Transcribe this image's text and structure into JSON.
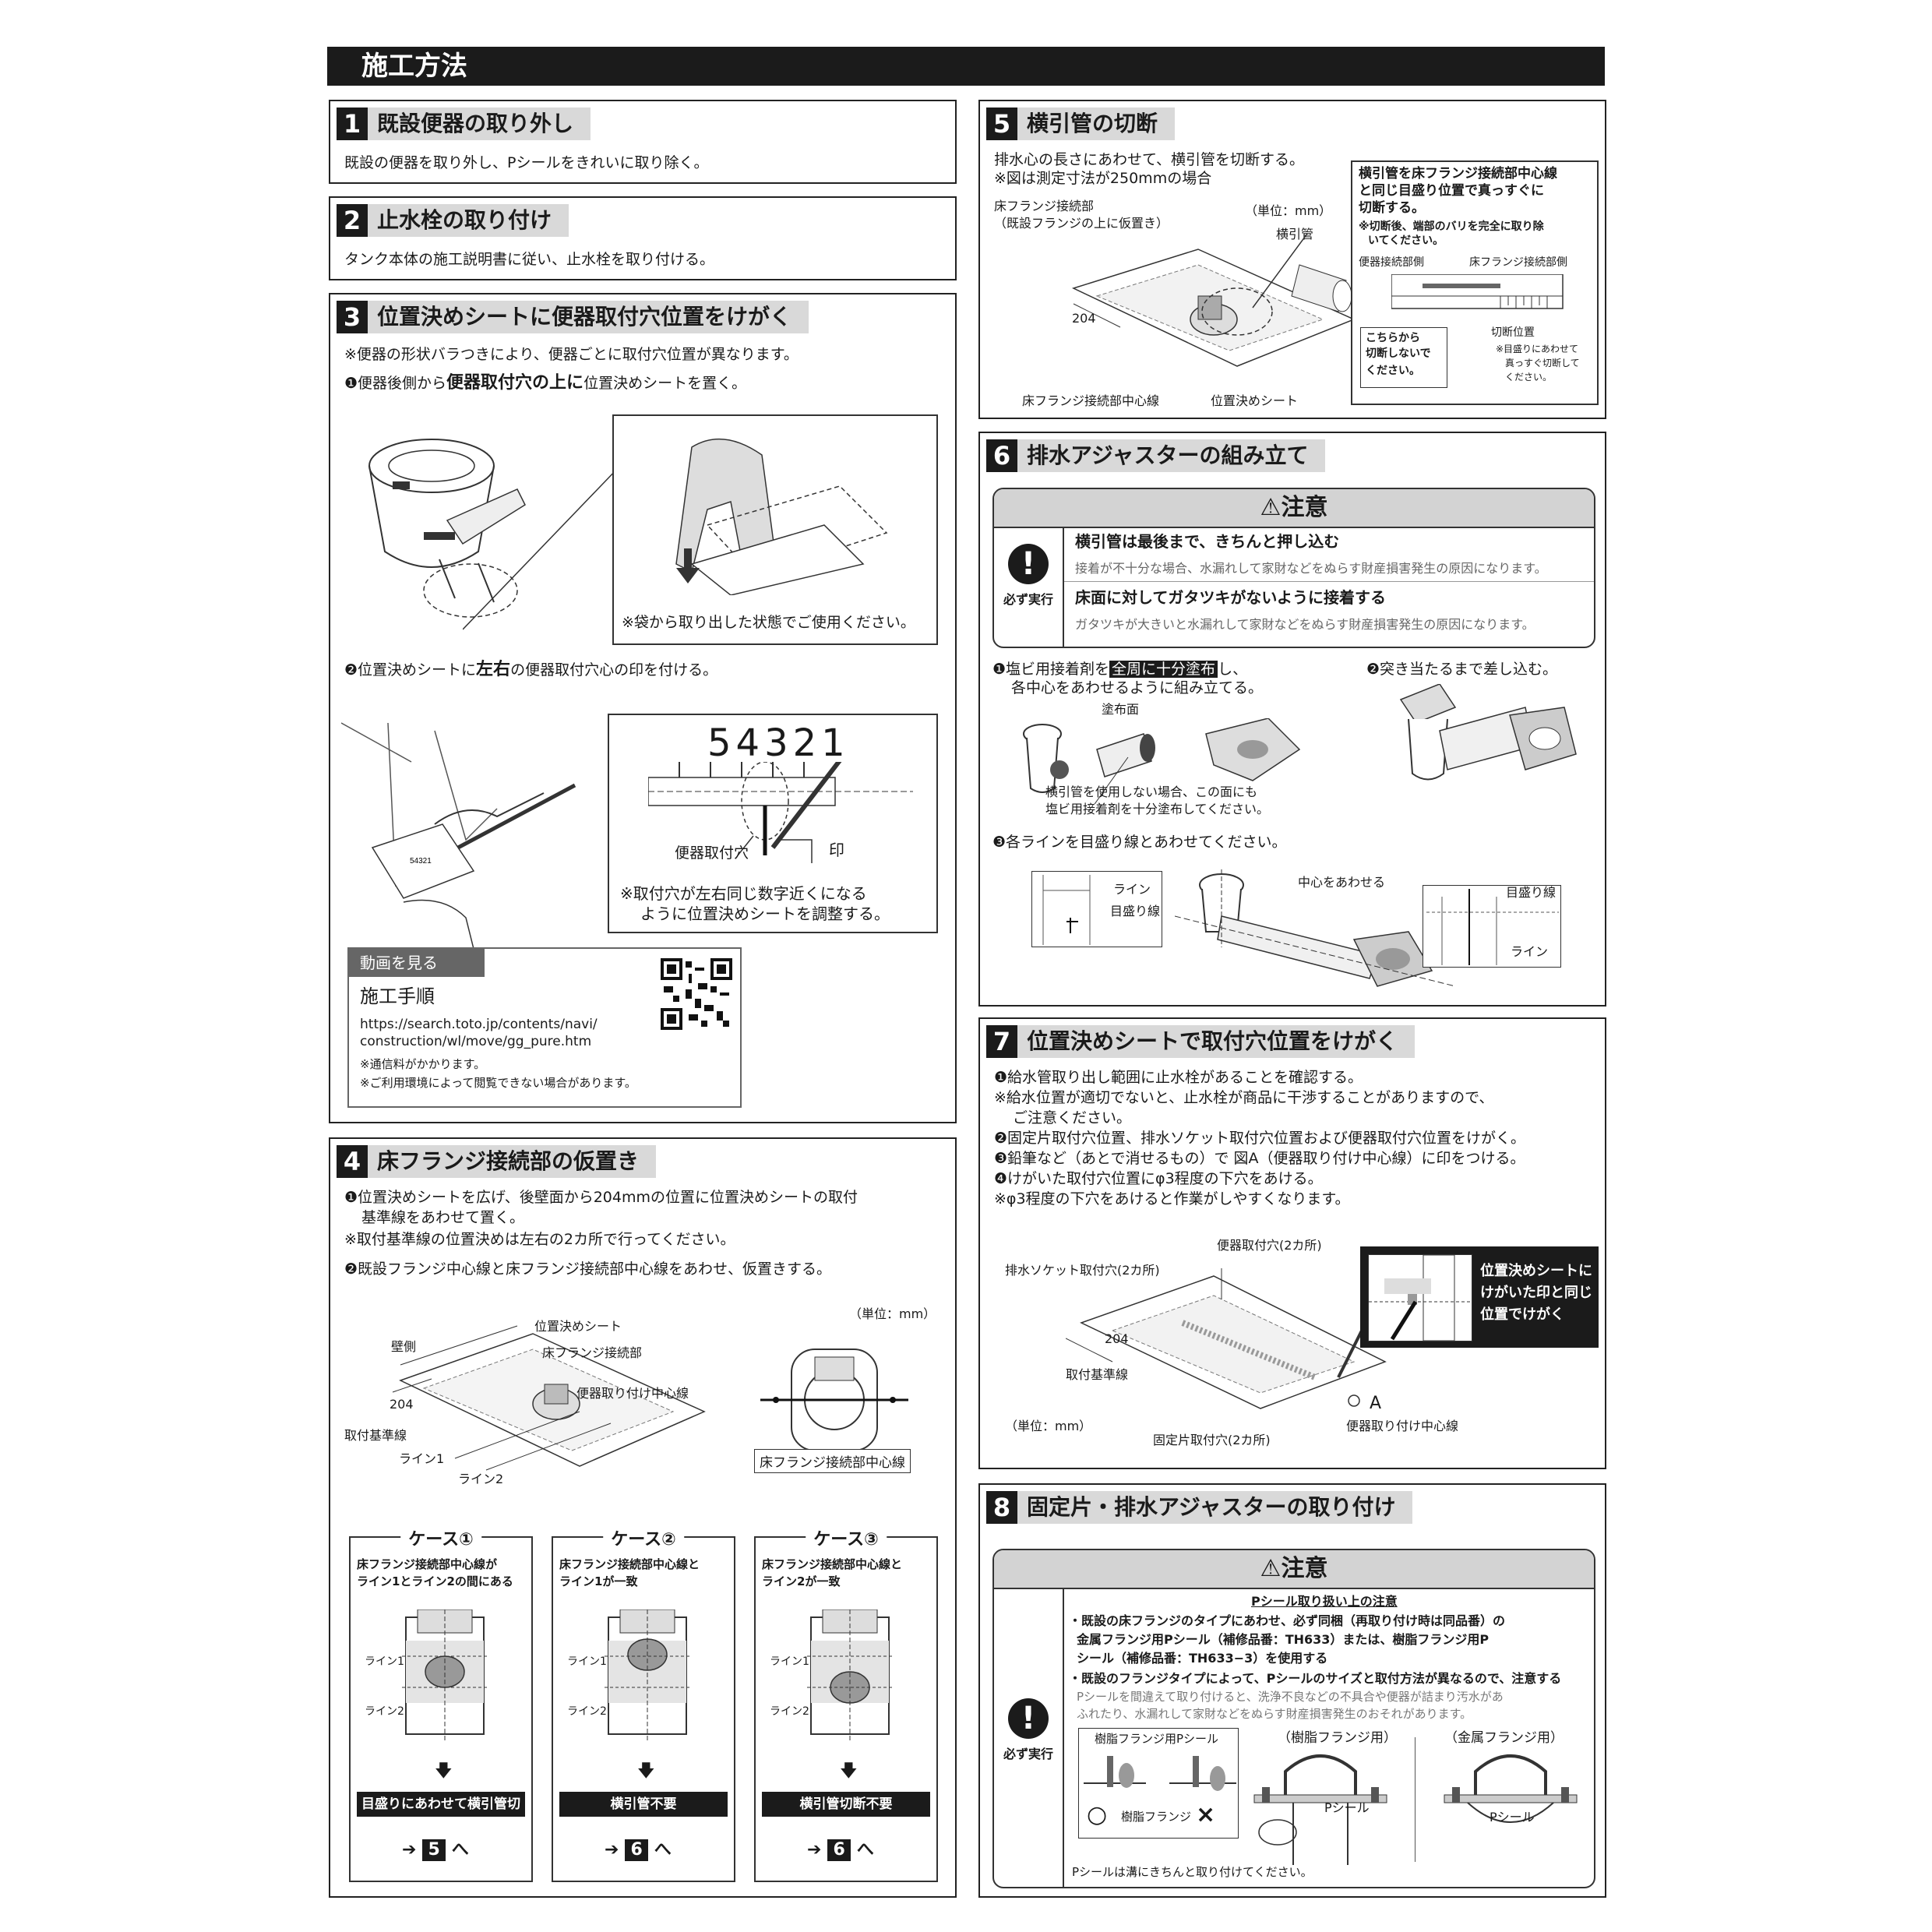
{
  "page_title": "施工方法",
  "s1": {
    "num": "1",
    "title": "既設便器の取り外し",
    "text": "既設の便器を取り外し、Pシールをきれいに取り除く。"
  },
  "s2": {
    "num": "2",
    "title": "止水栓の取り付け",
    "text": "タンク本体の施工説明書に従い、止水栓を取り付ける。"
  },
  "s3": {
    "num": "3",
    "title": "位置決めシートに便器取付穴位置をけがく",
    "note": "※便器の形状バラつきにより、便器ごとに取付穴位置が異なります。",
    "step1_a": "❶便器後側から",
    "step1_b": "便器取付穴の上に",
    "step1_c": "位置決めシートを置く。",
    "bag_note": "※袋から取り出した状態でご使用ください。",
    "step2_a": "❷位置決めシートに",
    "step2_b": "左右",
    "step2_c": "の便器取付穴心の印を付ける。",
    "scale_numbers": "54321",
    "hole_label": "便器取付穴",
    "mark_label": "印",
    "adjust_note_1": "※取付穴が左右同じ数字近くになる",
    "adjust_note_2": "ように位置決めシートを調整する。",
    "video_header": "動画を見る",
    "video_title": "施工手順",
    "video_url_1": "https://search.toto.jp/contents/navi/",
    "video_url_2": "construction/wl/move/gg_pure.htm",
    "video_note_1": "※通信料がかかります。",
    "video_note_2": "※ご利用環境によって閲覧できない場合があります。"
  },
  "s4": {
    "num": "4",
    "title": "床フランジ接続部の仮置き",
    "step1_1": "❶位置決めシートを広げ、後壁面から204mmの位置に位置決めシートの取付",
    "step1_2": "基準線をあわせて置く。",
    "note": "※取付基準線の位置決めは左右の2カ所で行ってください。",
    "step2": "❷既設フランジ中心線と床フランジ接続部中心線をあわせ、仮置きする。",
    "unit": "（単位：mm）",
    "labels": {
      "wall": "壁側",
      "sheet": "位置決めシート",
      "flange": "床フランジ接続部",
      "center": "便器取り付け中心線",
      "dim": "204",
      "base": "取付基準線",
      "line1": "ライン1",
      "line2": "ライン2",
      "flange_center": "床フランジ接続部中心線"
    },
    "cases": [
      {
        "title": "ケース①",
        "desc_1": "床フランジ接続部中心線が",
        "desc_2": "ライン1とライン2の間にある",
        "line1": "ライン1",
        "line2": "ライン2",
        "result": "目盛りにあわせて横引管切断",
        "goto": "5",
        "goto_suffix": "へ"
      },
      {
        "title": "ケース②",
        "desc_1": "床フランジ接続部中心線と",
        "desc_2": "ライン1が一致",
        "line1": "ライン1",
        "line2": "ライン2",
        "result": "横引管不要",
        "goto": "6",
        "goto_suffix": "へ"
      },
      {
        "title": "ケース③",
        "desc_1": "床フランジ接続部中心線と",
        "desc_2": "ライン2が一致",
        "line1": "ライン1",
        "line2": "ライン2",
        "result": "横引管切断不要",
        "goto": "6",
        "goto_suffix": "へ"
      }
    ]
  },
  "s5": {
    "num": "5",
    "title": "横引管の切断",
    "text_1": "排水心の長さにあわせて、横引管を切断する。",
    "text_2": "※図は測定寸法が250mmの場合",
    "labels": {
      "flange_1": "床フランジ接続部",
      "flange_2": "（既設フランジの上に仮置き）",
      "unit": "（単位：mm）",
      "pipe": "横引管",
      "dim": "204",
      "flange_center": "床フランジ接続部中心線",
      "sheet": "位置決めシート"
    },
    "box_1": "横引管を床フランジ接続部中心線",
    "box_2": "と同じ目盛り位置で真っすぐに",
    "box_3": "切断する。",
    "box_note_1": "※切断後、端部のバリを完全に取り除",
    "box_note_2": "いてください。",
    "side_toilet": "便器接続部側",
    "side_flange": "床フランジ接続部側",
    "no_cut_1": "こちらから",
    "no_cut_2": "切断しないで",
    "no_cut_3": "ください。",
    "cut_pos": "切断位置",
    "cut_note_1": "※目盛りにあわせて",
    "cut_note_2": "真っすぐ切断して",
    "cut_note_3": "ください。"
  },
  "s6": {
    "num": "6",
    "title": "排水アジャスターの組み立て",
    "caution_title": "注意",
    "must_label": "必ず実行",
    "c1_title": "横引管は最後まで、きちんと押し込む",
    "c1_text": "接着が不十分な場合、水漏れして家財などをぬらす財産損害発生の原因になります。",
    "c2_title": "床面に対してガタツキがないように接着する",
    "c2_text": "ガタツキが大きいと水漏れして家財などをぬらす財産損害発生の原因になります。",
    "step1_a": "❶塩ビ用接着剤を",
    "step1_b": "全周に十分塗布",
    "step1_c": "し、",
    "step1_d": "各中心をあわせるように組み立てる。",
    "apply_face": "塗布面",
    "nopipe_1": "横引管を使用しない場合、この面にも",
    "nopipe_2": "塩ビ用接着剤を十分塗布してください。",
    "step2": "❷突き当たるまで差し込む。",
    "step3": "❸各ラインを目盛り線とあわせてください。",
    "line": "ライン",
    "scale_line": "目盛り線",
    "align_center": "中心をあわせる"
  },
  "s7": {
    "num": "7",
    "title": "位置決めシートで取付穴位置をけがく",
    "l1": "❶給水管取り出し範囲に止水栓があることを確認する。",
    "l2": "※給水位置が適切でないと、止水栓が商品に干渉することがありますので、",
    "l3": "ご注意ください。",
    "l4": "❷固定片取付穴位置、排水ソケット取付穴位置および便器取付穴位置をけがく。",
    "l5": "❸鉛筆など（あとで消せるもの）で 図A（便器取り付け中心線）に印をつける。",
    "l6": "❹けがいた取付穴位置にφ3程度の下穴をあける。",
    "l7": "※φ3程度の下穴をあけると作業がしやすくなります。",
    "labels": {
      "toilet_hole": "便器取付穴(2カ所)",
      "socket_hole": "排水ソケット取付穴(2カ所)",
      "dim": "204",
      "base": "取付基準線",
      "unit": "（単位：mm）",
      "fix_hole": "固定片取付穴(2カ所)",
      "a": "A",
      "center": "便器取り付け中心線"
    },
    "callout_1": "位置決めシートに",
    "callout_2": "けがいた印と同じ",
    "callout_3": "位置でけがく"
  },
  "s8": {
    "num": "8",
    "title": "固定片・排水アジャスターの取り付け",
    "caution_title": "注意",
    "must_label": "必ず実行",
    "p_title": "Pシール取り扱い上の注意",
    "b1_1": "・既設の床フランジのタイプにあわせ、必ず同梱（再取り付け時は同品番）の",
    "b1_2": "金属フランジ用Pシール（補修品番：TH633）または、樹脂フランジ用P",
    "b1_3": "シール（補修品番：TH633−3）を使用する",
    "b2": "・既設のフランジタイプによって、Pシールのサイズと取付方法が異なるので、注意する",
    "b2_note_1": "Pシールを間違えて取り付けると、洗浄不良などの不具合や便器が詰まり汚水があ",
    "b2_note_2": "ふれたり、水漏れして家財などをぬらす財産損害発生のおそれがあります。",
    "resin_pseal": "樹脂フランジ用Pシール",
    "resin_flange": "樹脂フランジ",
    "ok": "○",
    "ng": "×",
    "resin_type": "（樹脂フランジ用）",
    "metal_type": "（金属フランジ用）",
    "pseal": "Pシール",
    "groove_note": "Pシールは溝にきちんと取り付けてください。"
  }
}
